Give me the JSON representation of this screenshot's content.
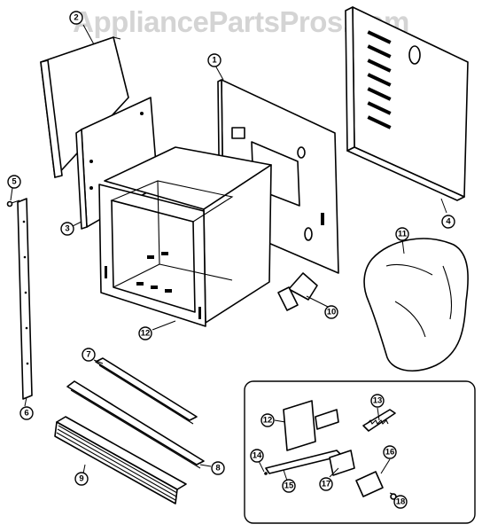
{
  "watermark": "AppliancePartsPros.com",
  "callouts": [
    "1",
    "2",
    "3",
    "4",
    "5",
    "6",
    "7",
    "8",
    "9",
    "10",
    "11",
    "12",
    "13",
    "14",
    "15",
    "16",
    "17",
    "18",
    "12"
  ]
}
